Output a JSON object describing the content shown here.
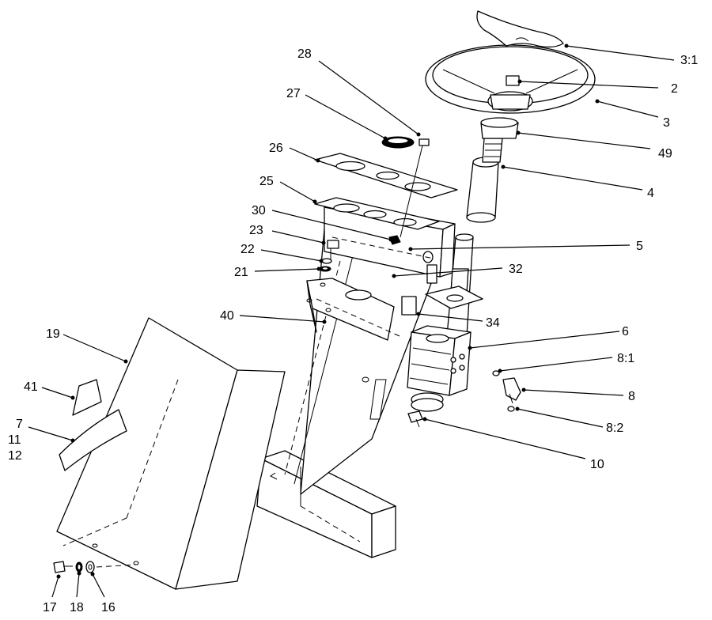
{
  "callouts": {
    "c3_1": "3:1",
    "c2": "2",
    "c3": "3",
    "c49": "49",
    "c4": "4",
    "c28": "28",
    "c27": "27",
    "c26": "26",
    "c25": "25",
    "c30": "30",
    "c23": "23",
    "c22": "22",
    "c21": "21",
    "c5": "5",
    "c32": "32",
    "c40": "40",
    "c34": "34",
    "c19": "19",
    "c6": "6",
    "c8_1": "8:1",
    "c8": "8",
    "c8_2": "8:2",
    "c41": "41",
    "c7": "7",
    "c11": "11",
    "c12": "12",
    "c10": "10",
    "c17": "17",
    "c18": "18",
    "c16": "16"
  }
}
